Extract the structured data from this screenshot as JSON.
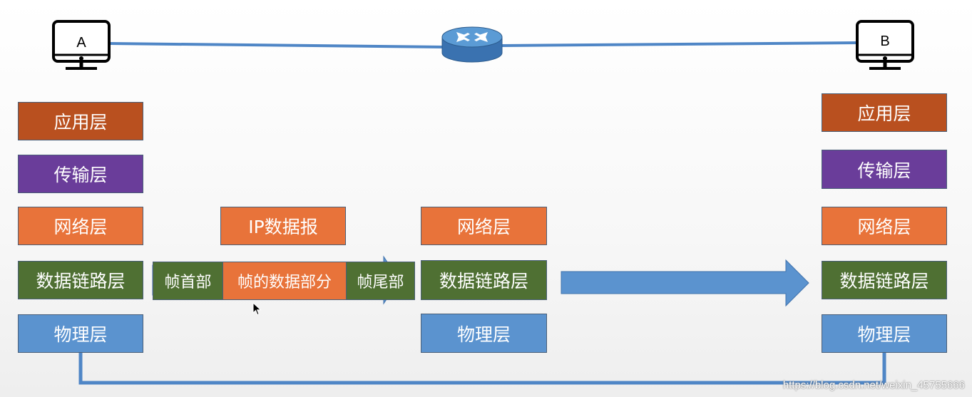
{
  "hosts": {
    "a_label": "A",
    "b_label": "B"
  },
  "host_a": {
    "application": "应用层",
    "transport": "传输层",
    "network": "网络层",
    "datalink": "数据链路层",
    "physical": "物理层"
  },
  "frame": {
    "ip_datagram": "IP数据报",
    "header": "帧首部",
    "data": "帧的数据部分",
    "trailer": "帧尾部"
  },
  "router": {
    "network": "网络层",
    "datalink": "数据链路层",
    "physical": "物理层"
  },
  "host_b": {
    "application": "应用层",
    "transport": "传输层",
    "network": "网络层",
    "datalink": "数据链路层",
    "physical": "物理层"
  },
  "watermark": "https://blog.csdn.net/weixin_45755666",
  "colors": {
    "application": "#b9501f",
    "transport": "#6a3d9a",
    "network": "#e8733a",
    "datalink": "#4f7033",
    "physical": "#5b93cf",
    "link_line": "#4f86c6"
  },
  "icons": [
    "computer-monitor-icon",
    "router-icon",
    "arrow-right-icon",
    "mouse-cursor-icon"
  ]
}
